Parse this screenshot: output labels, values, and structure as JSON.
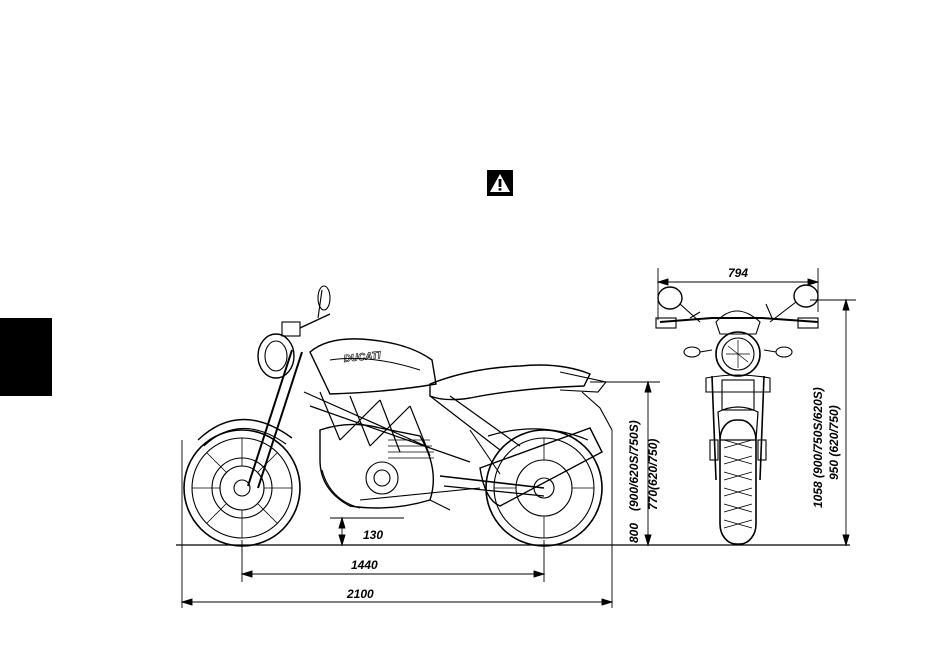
{
  "page": {
    "side_tab_color": "#000000",
    "warning_icon": "warning-triangle-icon"
  },
  "dimensions": {
    "overall_length": "2100",
    "wheelbase": "1440",
    "ground_clearance": "130",
    "overall_width": "794",
    "seat_height_a": "800",
    "seat_height_a_variants": "(900/620S/750S)",
    "seat_height_b": "770(620/750)",
    "overall_height_a": "1058 (900/750S/620S)",
    "overall_height_b": "950 (620/750)"
  },
  "motorcycle": {
    "brand_logo_text": "DUCATI"
  }
}
